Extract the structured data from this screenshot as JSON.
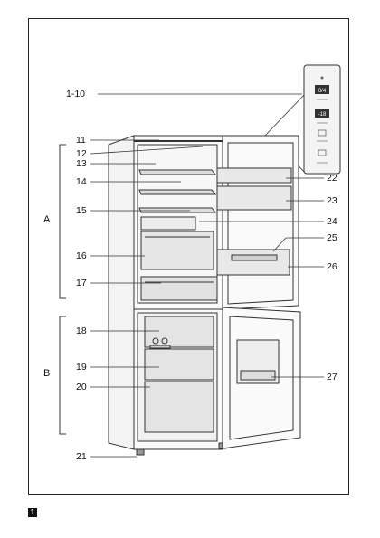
{
  "callouts": {
    "c1_10": "1-10",
    "c11": "11",
    "c12": "12",
    "c13": "13",
    "c14": "14",
    "c15": "15",
    "c16": "16",
    "c17": "17",
    "c18": "18",
    "c19": "19",
    "c20": "20",
    "c21": "21",
    "c22": "22",
    "c23": "23",
    "c24": "24",
    "c25": "25",
    "c26": "26",
    "c27": "27"
  },
  "groups": {
    "a": "A",
    "b": "B"
  },
  "figure_number": "1",
  "panel": {
    "display_top": "0/4",
    "display_bottom": "-18"
  }
}
